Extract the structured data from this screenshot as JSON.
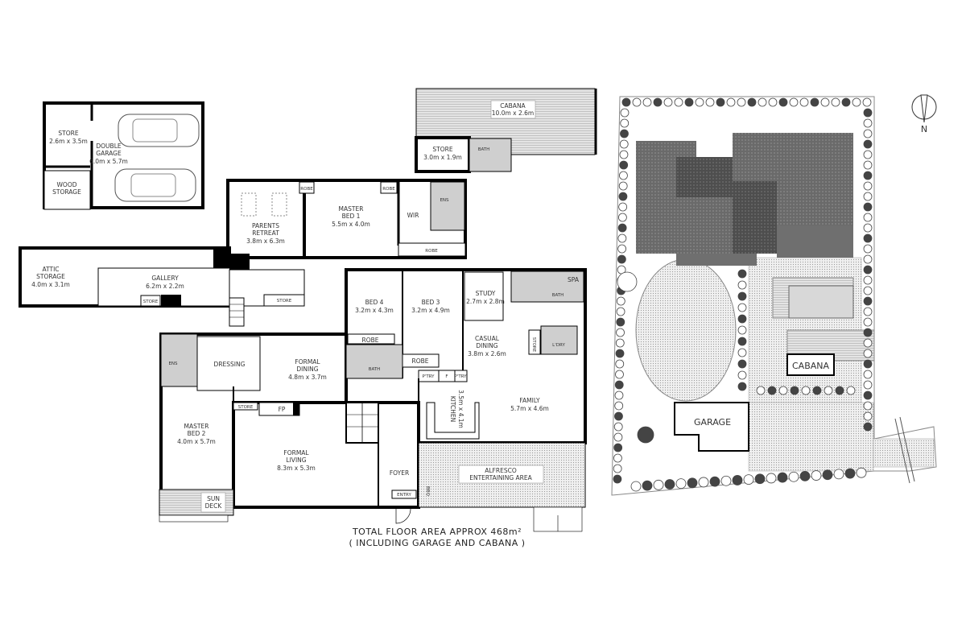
{
  "floor_plan": {
    "rooms": {
      "store_garage": {
        "name": "STORE",
        "size": "2.6m x 3.5m"
      },
      "double_garage": {
        "name1": "DOUBLE",
        "name2": "GARAGE",
        "size": "6.0m x 5.7m"
      },
      "wood_storage": {
        "name1": "WOOD",
        "name2": "STORAGE"
      },
      "cabana": {
        "name": "CABANA",
        "size": "10.0m x 2.6m"
      },
      "cabana_store": {
        "name": "STORE",
        "size": "3.0m x 1.9m"
      },
      "cabana_bath": {
        "name": "BATH"
      },
      "parents_retreat": {
        "name1": "PARENTS",
        "name2": "RETREAT",
        "size": "3.8m x 6.3m"
      },
      "master_bed_1": {
        "name1": "MASTER",
        "name2": "BED 1",
        "size": "5.5m x 4.0m"
      },
      "robe_a": {
        "name": "ROBE"
      },
      "robe_b": {
        "name": "ROBE"
      },
      "wir": {
        "name": "WIR"
      },
      "ens_1": {
        "name": "ENS"
      },
      "robe_c": {
        "name": "ROBE"
      },
      "attic_storage": {
        "name1": "ATTIC",
        "name2": "STORAGE",
        "size": "4.0m x 3.1m"
      },
      "gallery": {
        "name": "GALLERY",
        "size": "6.2m x 2.2m"
      },
      "gallery_store": {
        "name": "STORE"
      },
      "retreat_store": {
        "name": "STORE"
      },
      "bed_4": {
        "name": "BED 4",
        "size": "3.2m x 4.3m"
      },
      "bed_3": {
        "name": "BED 3",
        "size": "3.2m x 4.9m"
      },
      "study": {
        "name": "STUDY",
        "size": "2.7m x 2.8m"
      },
      "spa": {
        "name": "SPA"
      },
      "bath_main": {
        "name": "BATH"
      },
      "casual_dining": {
        "name1": "CASUAL",
        "name2": "DINING",
        "size": "3.8m x 2.6m"
      },
      "store_ldry": {
        "name": "STORE"
      },
      "laundry": {
        "name": "L'DRY"
      },
      "robe_bed4": {
        "name": "ROBE"
      },
      "bath_beds": {
        "name": "BATH"
      },
      "robe_bed3": {
        "name": "ROBE"
      },
      "pantry_1": {
        "name": "P'TRY"
      },
      "fridge": {
        "name": "F"
      },
      "pantry_2": {
        "name": "P'TRY"
      },
      "kitchen": {
        "name": "KITCHEN",
        "size": "3.5m x 4.1m"
      },
      "family": {
        "name": "FAMILY",
        "size": "5.7m x 4.6m"
      },
      "formal_dining": {
        "name1": "FORMAL",
        "name2": "DINING",
        "size": "4.8m x 3.7m"
      },
      "ens_2": {
        "name": "ENS"
      },
      "dressing": {
        "name": "DRESSING"
      },
      "master_bed_2": {
        "name1": "MASTER",
        "name2": "BED 2",
        "size": "4.0m x 5.7m"
      },
      "store_small": {
        "name": "STORE"
      },
      "fireplace": {
        "name": "FP"
      },
      "formal_living": {
        "name1": "FORMAL",
        "name2": "LIVING",
        "size": "8.3m x 5.3m"
      },
      "foyer": {
        "name": "FOYER"
      },
      "entry": {
        "name": "ENTRY"
      },
      "sun_deck": {
        "name1": "SUN",
        "name2": "DECK"
      },
      "alfresco": {
        "name1": "ALFRESCO",
        "name2": "ENTERTAINING AREA"
      },
      "bbq": {
        "name": "BBQ"
      }
    },
    "total_area_line1": "TOTAL FLOOR AREA APPROX  468m²",
    "total_area_line2": "( INCLUDING GARAGE AND CABANA )"
  },
  "site_plan": {
    "garage_label": "GARAGE",
    "cabana_label": "CABANA",
    "compass_label": "N",
    "compass_icon": "north-arrow-icon"
  },
  "colors": {
    "wall": "#000000",
    "wet_area": "#cfcfcf",
    "roof": "#6a6a6a",
    "tree": "#444444"
  }
}
